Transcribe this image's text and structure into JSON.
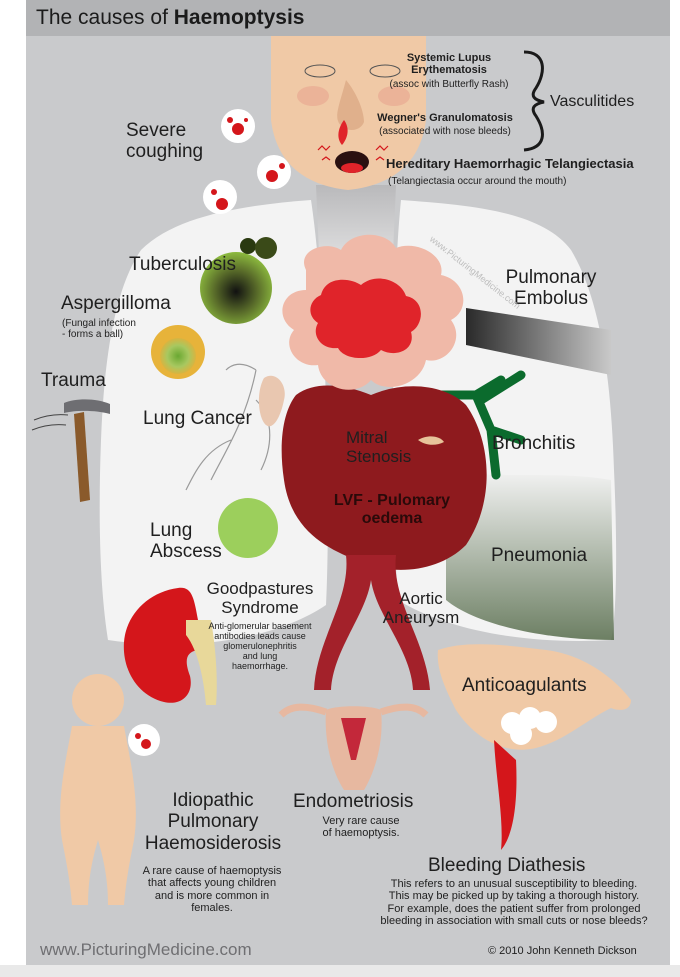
{
  "title": {
    "prefix": "The causes of ",
    "emphasis": "Haemoptysis"
  },
  "vasculitides": {
    "sle_line1": "Systemic Lupus",
    "sle_line2": "Erythematosis",
    "sle_note": "(assoc with Butterfly Rash)",
    "wegner": "Wegner's Granulomatosis",
    "wegner_note": "(associated with nose bleeds)",
    "group_label": "Vasculitides"
  },
  "hht": {
    "title": "Hereditary Haemorrhagic Telangiectasia",
    "note": "(Telangiectasia occur around the mouth)"
  },
  "severe_coughing": {
    "line1": "Severe",
    "line2": "coughing"
  },
  "tuberculosis": "Tuberculosis",
  "aspergilloma": {
    "title": "Aspergilloma",
    "note1": "(Fungal infection",
    "note2": "- forms a ball)"
  },
  "trauma": "Trauma",
  "lung_cancer": "Lung Cancer",
  "lung_abscess": {
    "line1": "Lung",
    "line2": "Abscess"
  },
  "pulmonary_embolus": {
    "line1": "Pulmonary",
    "line2": "Embolus"
  },
  "mitral_stenosis": {
    "line1": "Mitral",
    "line2": "Stenosis"
  },
  "lvf": {
    "line1": "LVF - Pulomary",
    "line2": "oedema"
  },
  "bronchitis": "Bronchitis",
  "pneumonia": "Pneumonia",
  "goodpastures": {
    "line1": "Goodpastures",
    "line2": "Syndrome",
    "note1": "Anti-glomerular basement",
    "note2": "antibodies leads cause",
    "note3": "glomerulonephritis",
    "note4": "and lung",
    "note5": "haemorrhage."
  },
  "aortic_aneurysm": {
    "line1": "Aortic",
    "line2": "Aneurysm"
  },
  "anticoagulants": "Anticoagulants",
  "idiopathic": {
    "line1": "Idiopathic",
    "line2": "Pulmonary",
    "line3": "Haemosiderosis",
    "note1": "A rare cause of haemoptysis",
    "note2": "that affects young children",
    "note3": "and is more common in",
    "note4": "females."
  },
  "endometriosis": {
    "title": "Endometriosis",
    "note1": "Very rare cause",
    "note2": "of haemoptysis."
  },
  "bleeding_diathesis": {
    "title": "Bleeding Diathesis",
    "note1": "This refers to an unusual susceptibility to bleeding.",
    "note2": "This may be picked up by taking a thorough history.",
    "note3": "For example, does the patient suffer from prolonged",
    "note4": "bleeding in association with small cuts or nose bleeds?"
  },
  "footer": {
    "website": "www.PicturingMedicine.com",
    "copyright": "© 2010 John Kenneth Dickson"
  },
  "watermark": "www.PicturingMedicine.com",
  "colors": {
    "background": "#c9cacc",
    "title_bar": "#b2b3b5",
    "blood_red": "#d4161b",
    "heart": "#8e1a1e",
    "lung": "#f3f3f3",
    "skin": "#f0c9a6",
    "bronchitis_green": "#0b6b2d",
    "abscess_green": "#9ccf5c"
  }
}
